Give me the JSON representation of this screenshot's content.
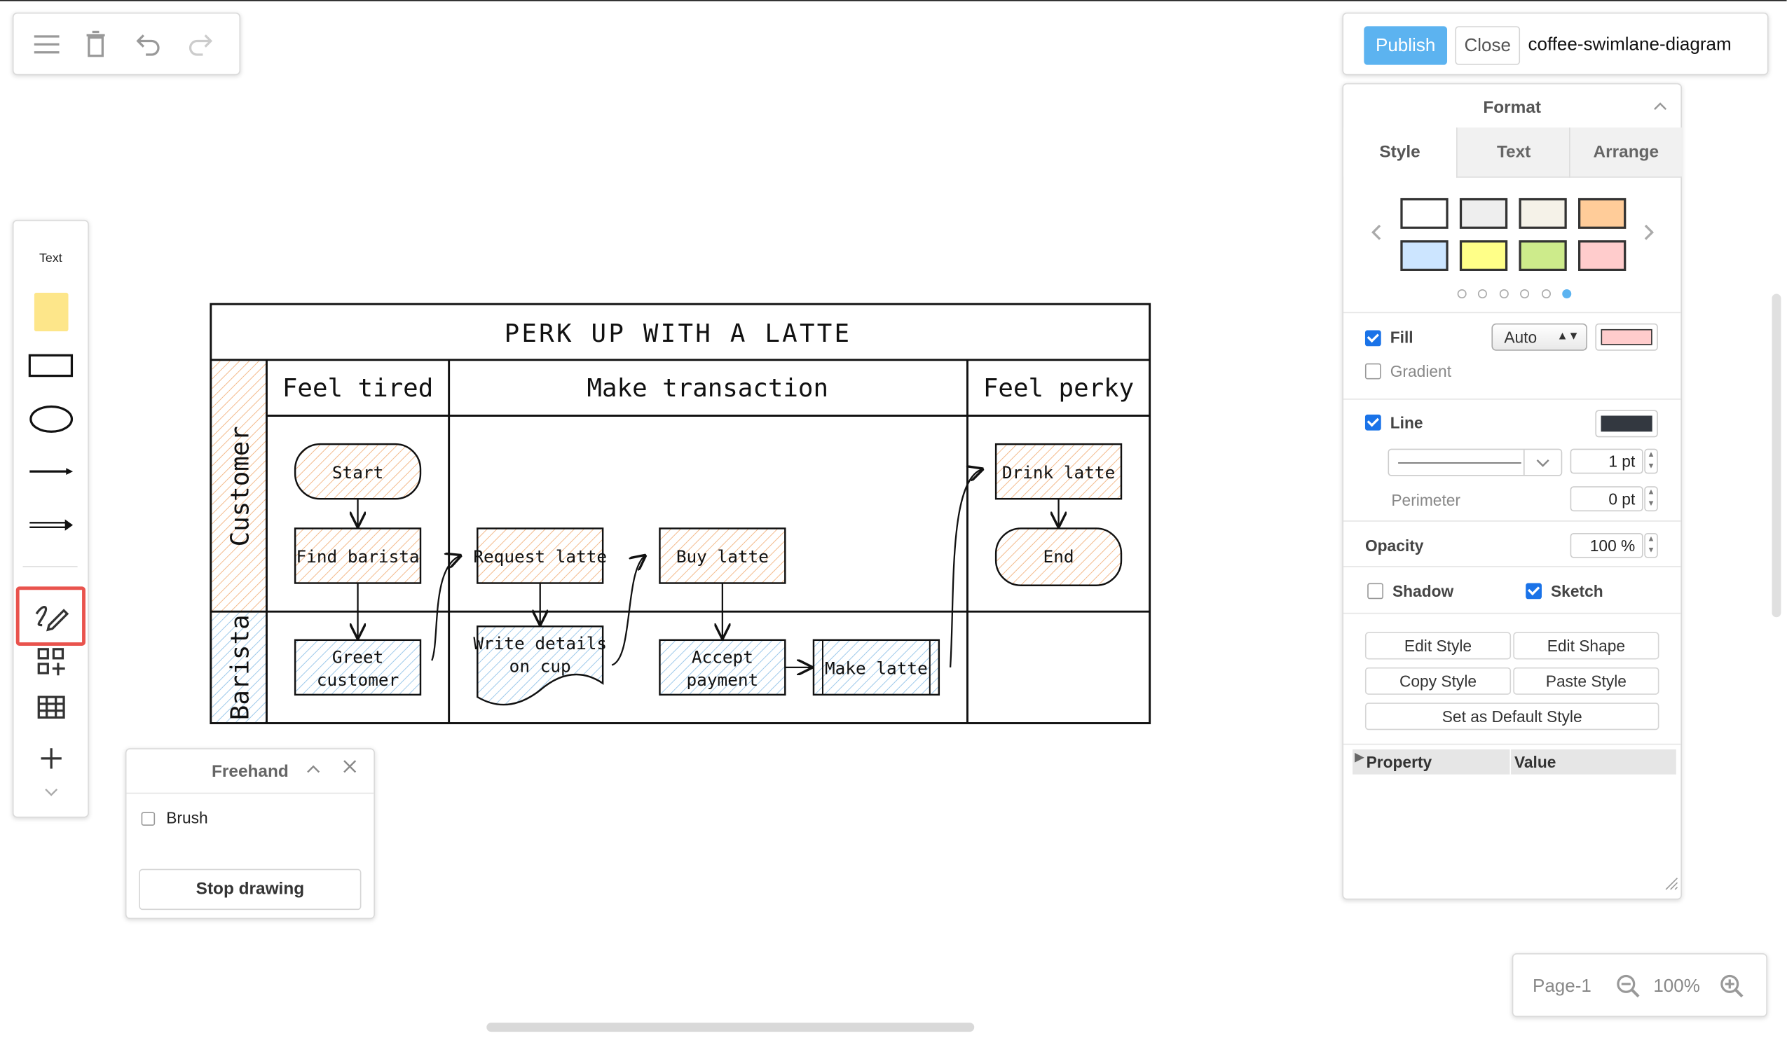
{
  "toolbar": {
    "menu_icon": "hamburger-menu-icon",
    "delete_icon": "trash-icon",
    "undo_icon": "undo-icon",
    "redo_icon": "redo-icon"
  },
  "toolbox": {
    "text_tool": "Text",
    "items": [
      "sticky-note",
      "rectangle",
      "ellipse",
      "line",
      "arrow",
      "freehand-pen",
      "insert-shapes",
      "table",
      "add"
    ],
    "selected": "freehand-pen"
  },
  "freehand": {
    "title": "Freehand",
    "brush_label": "Brush",
    "stop_label": "Stop drawing"
  },
  "title_bar": {
    "publish_label": "Publish",
    "close_label": "Close",
    "file_name": "coffee-swimlane-diagram"
  },
  "format": {
    "title": "Format",
    "tabs": [
      "Style",
      "Text",
      "Arrange"
    ],
    "swatches": [
      "#ffffff",
      "#eeeeee",
      "#f5f2e8",
      "#ffcc99",
      "#cce5ff",
      "#ffff88",
      "#cdeb8b",
      "#ffcccc"
    ],
    "fill_label": "Fill",
    "fill_mode": "Auto",
    "fill_color": "#ffcccc",
    "gradient_label": "Gradient",
    "line_label": "Line",
    "line_color": "#333840",
    "line_width": "1 pt",
    "perimeter_label": "Perimeter",
    "perimeter_value": "0 pt",
    "opacity_label": "Opacity",
    "opacity_value": "100 %",
    "shadow_label": "Shadow",
    "sketch_label": "Sketch",
    "edit_style": "Edit Style",
    "edit_shape": "Edit Shape",
    "copy_style": "Copy Style",
    "paste_style": "Paste Style",
    "set_default": "Set as Default Style",
    "property_header": "Property",
    "value_header": "Value"
  },
  "zoom_bar": {
    "page_label": "Page-1",
    "zoom_level": "100%"
  },
  "diagram": {
    "title": "PERK UP WITH A LATTE",
    "columns": [
      "Feel tired",
      "Make transaction",
      "Feel perky"
    ],
    "lanes": [
      "Customer",
      "Barista"
    ],
    "nodes": {
      "start": "Start",
      "find_barista": "Find barista",
      "request_latte": "Request latte",
      "buy_latte": "Buy latte",
      "drink_latte": "Drink latte",
      "end": "End",
      "greet_customer_1": "Greet",
      "greet_customer_2": "customer",
      "write_details_1": "Write details",
      "write_details_2": "on cup",
      "accept_payment_1": "Accept",
      "accept_payment_2": "payment",
      "make_latte": "Make latte"
    }
  }
}
